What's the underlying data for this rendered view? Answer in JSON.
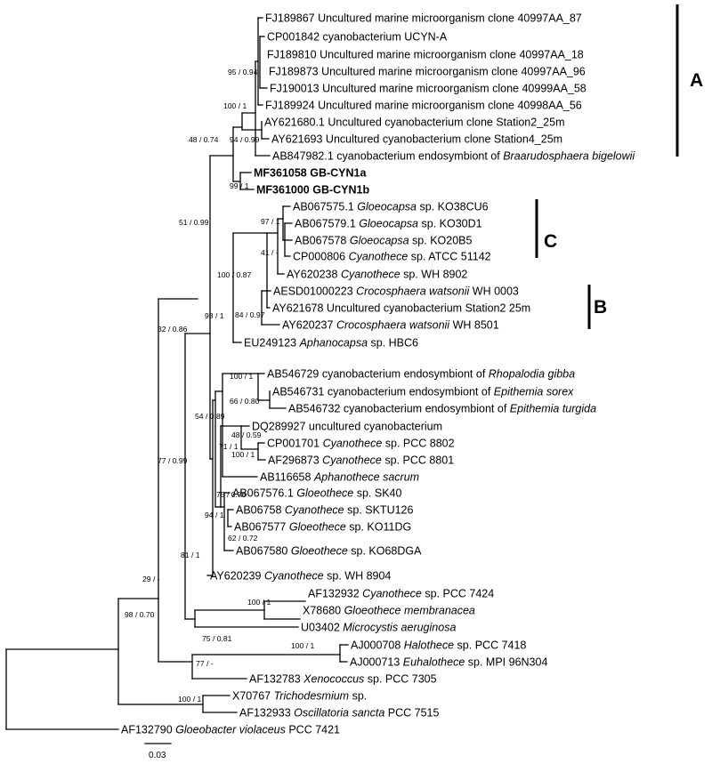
{
  "tips": [
    {
      "key": "t1",
      "parts": [
        {
          "t": "FJ189867 Uncultured marine microorganism clone 40997AA_87"
        }
      ]
    },
    {
      "key": "t2",
      "parts": [
        {
          "t": "CP001842 cyanobacterium UCYN-A"
        }
      ]
    },
    {
      "key": "t3",
      "parts": [
        {
          "t": "FJ189810 Uncultured marine microorganism clone 40997AA_18"
        }
      ]
    },
    {
      "key": "t4",
      "parts": [
        {
          "t": "FJ189873 Uncultured marine microorganism clone 40997AA_96"
        }
      ]
    },
    {
      "key": "t5",
      "parts": [
        {
          "t": "FJ190013 Uncultured marine microorganism clone 40999AA_58"
        }
      ]
    },
    {
      "key": "t6",
      "parts": [
        {
          "t": "FJ189924 Uncultured marine microorganism clone 40998AA_56"
        }
      ]
    },
    {
      "key": "t7",
      "parts": [
        {
          "t": "AY621680.1 Uncultured cyanobacterium clone Station2_25m"
        }
      ]
    },
    {
      "key": "t8",
      "parts": [
        {
          "t": "AY621693 Uncultured cyanobacterium clone Station4_25m"
        }
      ]
    },
    {
      "key": "t9",
      "parts": [
        {
          "t": "AB847982.1 cyanobacterium endosymbiont of "
        },
        {
          "t": "Braarudosphaera bigelowii",
          "i": true
        }
      ]
    },
    {
      "key": "t10",
      "bold": true,
      "parts": [
        {
          "t": "MF361058 GB-CYN1a"
        }
      ]
    },
    {
      "key": "t11",
      "bold": true,
      "parts": [
        {
          "t": "MF361000 GB-CYN1b"
        }
      ]
    },
    {
      "key": "t12",
      "parts": [
        {
          "t": "AB067575.1 "
        },
        {
          "t": "Gloeocapsa",
          "i": true
        },
        {
          "t": " sp. KO38CU6"
        }
      ]
    },
    {
      "key": "t13",
      "parts": [
        {
          "t": "AB067579.1 "
        },
        {
          "t": "Gloeocapsa",
          "i": true
        },
        {
          "t": " sp. KO30D1"
        }
      ]
    },
    {
      "key": "t14",
      "parts": [
        {
          "t": "AB067578 "
        },
        {
          "t": "Gloeocapsa",
          "i": true
        },
        {
          "t": " sp. KO20B5"
        }
      ]
    },
    {
      "key": "t15",
      "parts": [
        {
          "t": "CP000806 "
        },
        {
          "t": "Cyanothece",
          "i": true
        },
        {
          "t": " sp. ATCC 51142"
        }
      ]
    },
    {
      "key": "t16",
      "parts": [
        {
          "t": "AY620238 "
        },
        {
          "t": "Cyanothece",
          "i": true
        },
        {
          "t": " sp. WH 8902"
        }
      ]
    },
    {
      "key": "t17",
      "parts": [
        {
          "t": "AESD01000223 "
        },
        {
          "t": "Crocosphaera watsonii",
          "i": true
        },
        {
          "t": " WH 0003"
        }
      ]
    },
    {
      "key": "t18",
      "parts": [
        {
          "t": "AY621678 Uncultured cyanobacterium Station2 25m"
        }
      ]
    },
    {
      "key": "t19",
      "parts": [
        {
          "t": "AY620237 "
        },
        {
          "t": "Crocosphaera watsonii",
          "i": true
        },
        {
          "t": " WH 8501"
        }
      ]
    },
    {
      "key": "t20",
      "parts": [
        {
          "t": "EU249123 "
        },
        {
          "t": "Aphanocapsa",
          "i": true
        },
        {
          "t": " sp. HBC6"
        }
      ]
    },
    {
      "key": "t21",
      "parts": [
        {
          "t": "AB546729 cyanobacterium endosymbiont of "
        },
        {
          "t": "Rhopalodia gibba",
          "i": true
        }
      ]
    },
    {
      "key": "t22",
      "parts": [
        {
          "t": "AB546731 cyanobacterium endosymbiont of "
        },
        {
          "t": "Epithemia sorex",
          "i": true
        }
      ]
    },
    {
      "key": "t23",
      "parts": [
        {
          "t": "AB546732 cyanobacterium endosymbiont of "
        },
        {
          "t": "Epithemia turgida",
          "i": true
        }
      ]
    },
    {
      "key": "t24",
      "parts": [
        {
          "t": "DQ289927 uncultured cyanobacterium"
        }
      ]
    },
    {
      "key": "t25",
      "parts": [
        {
          "t": "CP001701 "
        },
        {
          "t": "Cyanothece",
          "i": true
        },
        {
          "t": " sp. PCC 8802"
        }
      ]
    },
    {
      "key": "t26",
      "parts": [
        {
          "t": "AF296873 "
        },
        {
          "t": "Cyanothece",
          "i": true
        },
        {
          "t": " sp. PCC 8801"
        }
      ]
    },
    {
      "key": "t27",
      "parts": [
        {
          "t": "AB116658 "
        },
        {
          "t": "Aphanothece sacrum",
          "i": true
        }
      ]
    },
    {
      "key": "t28",
      "parts": [
        {
          "t": "AB067576.1 "
        },
        {
          "t": "Gloeothece",
          "i": true
        },
        {
          "t": " sp. SK40"
        }
      ]
    },
    {
      "key": "t29",
      "parts": [
        {
          "t": "AB06758 "
        },
        {
          "t": "Cyanothece",
          "i": true
        },
        {
          "t": " sp. SKTU126"
        }
      ]
    },
    {
      "key": "t30",
      "parts": [
        {
          "t": "AB067577 "
        },
        {
          "t": "Gloeothece",
          "i": true
        },
        {
          "t": " sp. KO11DG"
        }
      ]
    },
    {
      "key": "t31",
      "parts": [
        {
          "t": "AB067580 "
        },
        {
          "t": "Gloeothece",
          "i": true
        },
        {
          "t": " sp. KO68DGA"
        }
      ]
    },
    {
      "key": "t32",
      "parts": [
        {
          "t": "AY620239 "
        },
        {
          "t": "Cyanothece",
          "i": true
        },
        {
          "t": " sp. WH 8904"
        }
      ]
    },
    {
      "key": "t33",
      "parts": [
        {
          "t": "AF132932 "
        },
        {
          "t": "Cyanothece",
          "i": true
        },
        {
          "t": " sp. PCC 7424"
        }
      ]
    },
    {
      "key": "t34",
      "parts": [
        {
          "t": "X78680 "
        },
        {
          "t": "Gloeothece membranacea",
          "i": true
        }
      ]
    },
    {
      "key": "t35",
      "parts": [
        {
          "t": "U03402 "
        },
        {
          "t": "Microcystis aeruginosa",
          "i": true
        }
      ]
    },
    {
      "key": "t36",
      "parts": [
        {
          "t": "AJ000708 "
        },
        {
          "t": "Halothece",
          "i": true
        },
        {
          "t": " sp. PCC 7418"
        }
      ]
    },
    {
      "key": "t37",
      "parts": [
        {
          "t": "AJ000713 "
        },
        {
          "t": "Euhalothece",
          "i": true
        },
        {
          "t": " sp. MPI 96N304"
        }
      ]
    },
    {
      "key": "t38",
      "parts": [
        {
          "t": "AF132783 "
        },
        {
          "t": "Xenococcus",
          "i": true
        },
        {
          "t": " sp. PCC 7305"
        }
      ]
    },
    {
      "key": "t39",
      "parts": [
        {
          "t": "X70767 "
        },
        {
          "t": "Trichodesmium",
          "i": true
        },
        {
          "t": " sp."
        }
      ]
    },
    {
      "key": "t40",
      "parts": [
        {
          "t": "AF132933 "
        },
        {
          "t": "Oscillatoria sancta",
          "i": true
        },
        {
          "t": " PCC 7515"
        }
      ]
    },
    {
      "key": "t41",
      "parts": [
        {
          "t": "AF132790 "
        },
        {
          "t": "Gloeobacter violaceus",
          "i": true
        },
        {
          "t": " PCC 7421"
        }
      ]
    }
  ],
  "support_values": [
    {
      "key": "n_9594",
      "text": "95 / 0.94"
    },
    {
      "key": "n_100_1_a",
      "text": "100 / 1"
    },
    {
      "key": "n_9499",
      "text": "94 / 0.99"
    },
    {
      "key": "n_4874",
      "text": "48 / 0.74"
    },
    {
      "key": "n_991",
      "text": "99 / 1"
    },
    {
      "key": "n_5199",
      "text": "51 / 0.99"
    },
    {
      "key": "n_971",
      "text": "97 / 1"
    },
    {
      "key": "n_41",
      "text": "41 / -"
    },
    {
      "key": "n_10087",
      "text": "100 / 0.87"
    },
    {
      "key": "n_8497",
      "text": "84 / 0.97"
    },
    {
      "key": "n_981",
      "text": "98 / 1"
    },
    {
      "key": "n_3286",
      "text": "32 / 0.86"
    },
    {
      "key": "n_100_1_b",
      "text": "100 / 1"
    },
    {
      "key": "n_6680",
      "text": "66 / 0.80"
    },
    {
      "key": "n_5489",
      "text": "54 / 0.89"
    },
    {
      "key": "n_4859",
      "text": "48 / 0.59"
    },
    {
      "key": "n_711",
      "text": "71 / 1"
    },
    {
      "key": "n_100_1_c",
      "text": "100 / 1"
    },
    {
      "key": "n_7799",
      "text": "77 / 0.99"
    },
    {
      "key": "n_7576",
      "text": "75 / 0.76"
    },
    {
      "key": "n_941",
      "text": "94 / 1"
    },
    {
      "key": "n_6272",
      "text": "62 / 0.72"
    },
    {
      "key": "n_811",
      "text": "81 / 1"
    },
    {
      "key": "n_29",
      "text": "29 / -"
    },
    {
      "key": "n_9870",
      "text": "98 / 0.70"
    },
    {
      "key": "n_100_1_d",
      "text": "100 / 1"
    },
    {
      "key": "n_7581",
      "text": "75 / 0.81"
    },
    {
      "key": "n_100_1_e",
      "text": "100 / 1"
    },
    {
      "key": "n_77",
      "text": "77 / -"
    },
    {
      "key": "n_100_1_f",
      "text": "100 / 1"
    }
  ],
  "clade_labels": [
    {
      "key": "A",
      "text": "A"
    },
    {
      "key": "C",
      "text": "C"
    },
    {
      "key": "B",
      "text": "B"
    }
  ],
  "scale_bar": {
    "label": "0.03",
    "value": 0.03
  }
}
